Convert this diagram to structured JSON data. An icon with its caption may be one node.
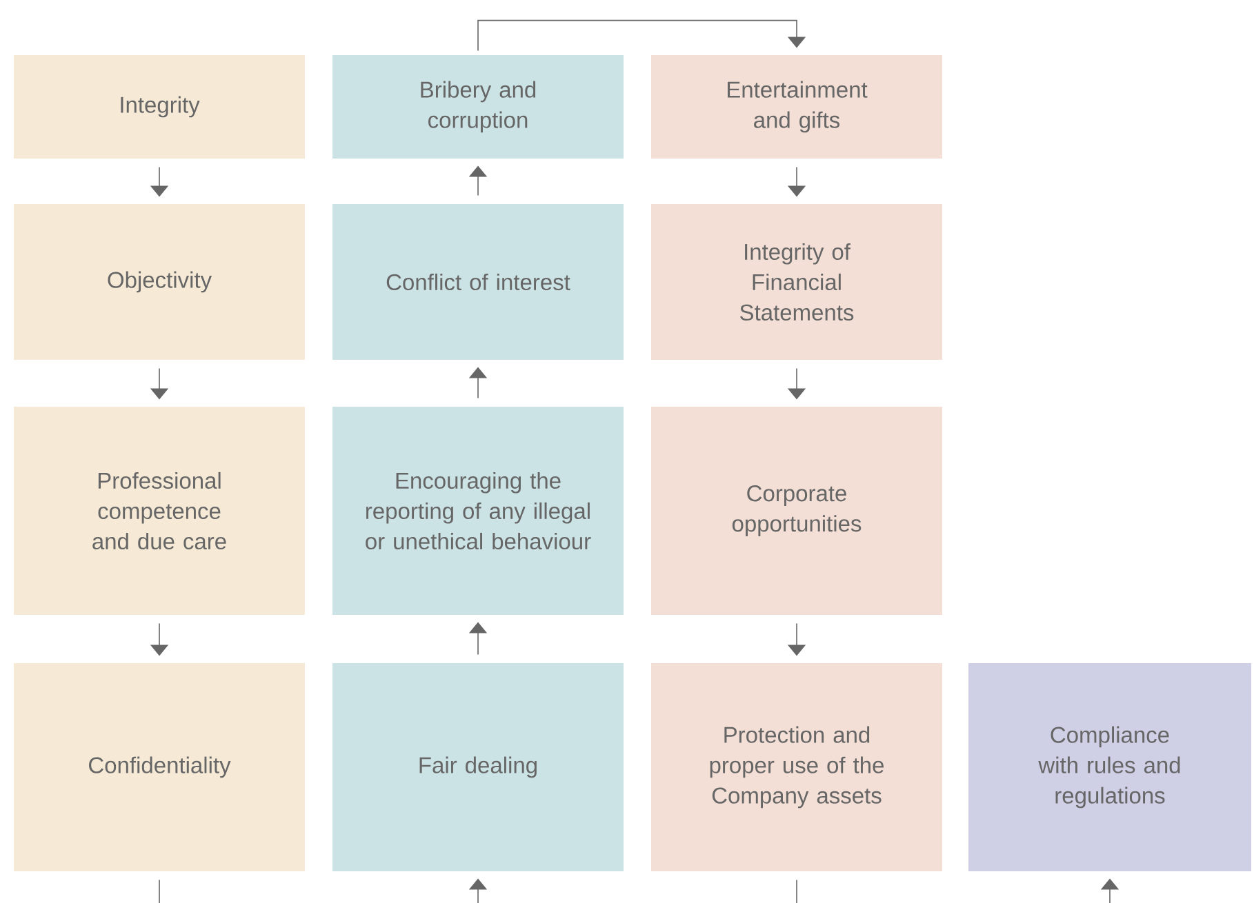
{
  "diagram": {
    "nodes": [
      {
        "text": [
          "Integrity"
        ]
      },
      {
        "text": [
          "Bribery and corruption"
        ]
      },
      {
        "text": [
          "Entertainment and gifts"
        ]
      },
      {
        "text": [
          "Objectivity"
        ]
      },
      {
        "text": [
          "Conflict of interest"
        ]
      },
      {
        "text": [
          "Integrity of Financial Statements"
        ]
      },
      {
        "text": [
          "Professional competence and due care"
        ]
      },
      {
        "text": [
          "Encouraging the reporting of any illegal or unethical behaviour"
        ]
      },
      {
        "text": [
          "Corporate opportunities"
        ]
      },
      {
        "text": [
          "Confidentiality"
        ]
      },
      {
        "text": [
          "Fair dealing"
        ]
      },
      {
        "text": [
          "Protection and proper use of the Company assets"
        ]
      },
      {
        "text": [
          "Compliance with rules and regulations"
        ]
      }
    ],
    "edges": [
      {
        "from": 0,
        "to": 3,
        "arrow": "to"
      },
      {
        "from": 3,
        "to": 6,
        "arrow": "to"
      },
      {
        "from": 6,
        "to": 9,
        "arrow": "to"
      },
      {
        "from": 9,
        "to": 10,
        "arrow": "to"
      },
      {
        "from": 10,
        "to": 7,
        "arrow": "to"
      },
      {
        "from": 7,
        "to": 4,
        "arrow": "to"
      },
      {
        "from": 4,
        "to": 1,
        "arrow": "to"
      },
      {
        "from": 1,
        "to": 2,
        "arrow": "to"
      },
      {
        "from": 2,
        "to": 5,
        "arrow": "to"
      },
      {
        "from": 5,
        "to": 8,
        "arrow": "to"
      },
      {
        "from": 8,
        "to": 11,
        "arrow": "to"
      },
      {
        "from": 11,
        "to": 12,
        "arrow": "to"
      }
    ]
  }
}
